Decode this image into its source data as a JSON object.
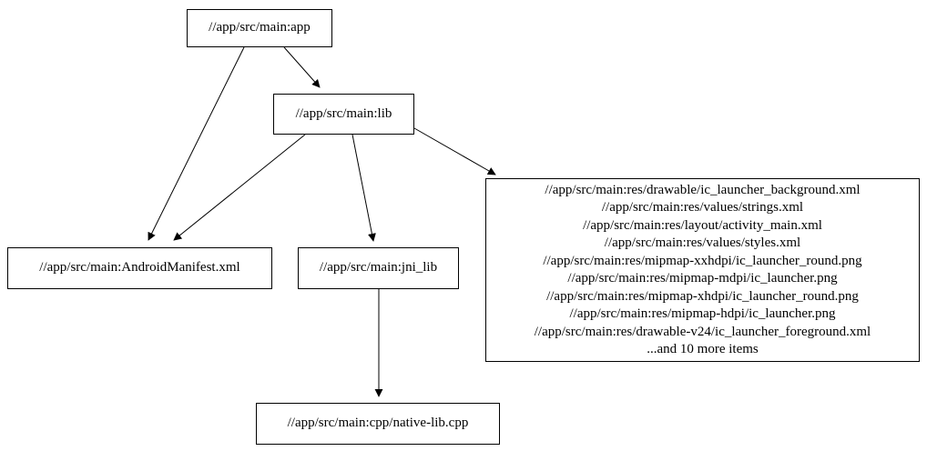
{
  "diagram": {
    "kind": "dependency-graph",
    "nodes": {
      "app": {
        "label": "//app/src/main:app"
      },
      "lib": {
        "label": "//app/src/main:lib"
      },
      "manifest": {
        "label": "//app/src/main:AndroidManifest.xml"
      },
      "jni_lib": {
        "label": "//app/src/main:jni_lib"
      },
      "res": {
        "lines": [
          "//app/src/main:res/drawable/ic_launcher_background.xml",
          "//app/src/main:res/values/strings.xml",
          "//app/src/main:res/layout/activity_main.xml",
          "//app/src/main:res/values/styles.xml",
          "//app/src/main:res/mipmap-xxhdpi/ic_launcher_round.png",
          "//app/src/main:res/mipmap-mdpi/ic_launcher.png",
          "//app/src/main:res/mipmap-xhdpi/ic_launcher_round.png",
          "//app/src/main:res/mipmap-hdpi/ic_launcher.png",
          "//app/src/main:res/drawable-v24/ic_launcher_foreground.xml",
          "...and 10 more items"
        ]
      },
      "native_lib": {
        "label": "//app/src/main:cpp/native-lib.cpp"
      }
    },
    "edges": [
      {
        "from": "//app/src/main:app",
        "to": "//app/src/main:AndroidManifest.xml"
      },
      {
        "from": "//app/src/main:app",
        "to": "//app/src/main:lib"
      },
      {
        "from": "//app/src/main:lib",
        "to": "//app/src/main:AndroidManifest.xml"
      },
      {
        "from": "//app/src/main:lib",
        "to": "//app/src/main:jni_lib"
      },
      {
        "from": "//app/src/main:lib",
        "to": "//app/src/main:res group"
      },
      {
        "from": "//app/src/main:jni_lib",
        "to": "//app/src/main:cpp/native-lib.cpp"
      }
    ],
    "colors": {
      "node_border": "#000000",
      "node_fill": "#ffffff",
      "edge": "#000000",
      "background": "#ffffff"
    }
  }
}
